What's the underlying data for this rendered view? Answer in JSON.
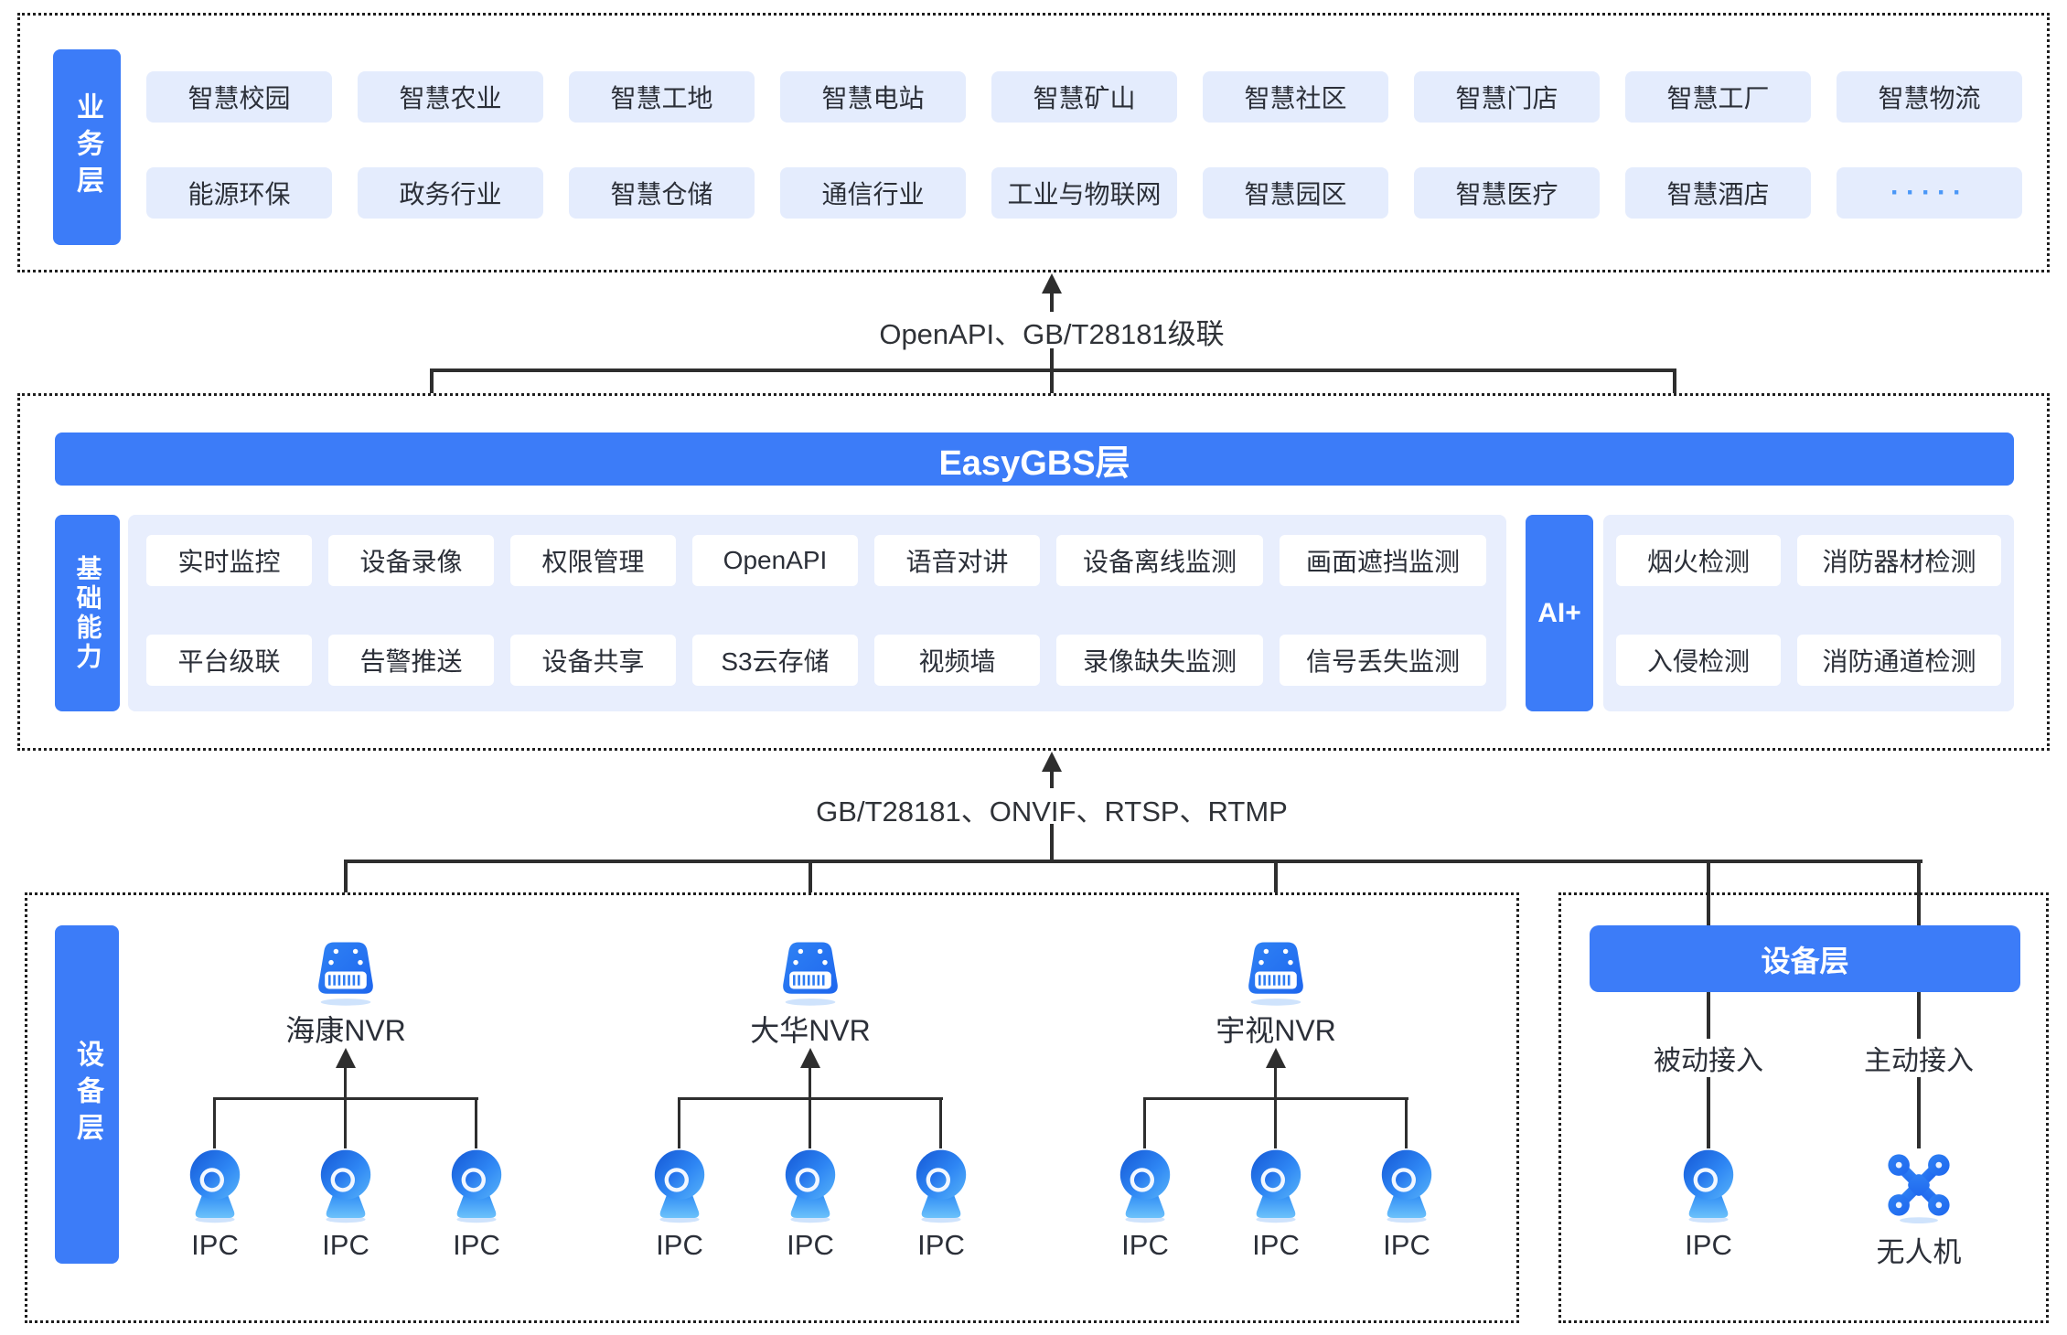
{
  "colors": {
    "primary_blue": "#3c7cf8",
    "chip_bg": "#e4ecfd",
    "panel_bg": "#e8eefd",
    "line": "#2e2e2e",
    "text": "#2b2f38",
    "dots_chip": "#4a97f7"
  },
  "business_layer": {
    "label": "业务层",
    "rows": [
      [
        "智慧校园",
        "智慧农业",
        "智慧工地",
        "智慧电站",
        "智慧矿山",
        "智慧社区",
        "智慧门店",
        "智慧工厂",
        "智慧物流"
      ],
      [
        "能源环保",
        "政务行业",
        "智慧仓储",
        "通信行业",
        "工业与物联网",
        "智慧园区",
        "智慧医疗",
        "智慧酒店",
        "·····"
      ]
    ]
  },
  "link_top": {
    "label": "OpenAPI、GB/T28181级联"
  },
  "platform_layer": {
    "bar_title": "EasyGBS层",
    "capability_label": "基础能力",
    "capability_rows": [
      [
        "实时监控",
        "设备录像",
        "权限管理",
        "OpenAPI",
        "语音对讲",
        "设备离线监测",
        "画面遮挡监测"
      ],
      [
        "平台级联",
        "告警推送",
        "设备共享",
        "S3云存储",
        "视频墙",
        "录像缺失监测",
        "信号丢失监测"
      ]
    ],
    "ai_label": "AI+",
    "ai_rows": [
      [
        "烟火检测",
        "消防器材检测"
      ],
      [
        "入侵检测",
        "消防通道检测"
      ]
    ]
  },
  "link_bottom": {
    "label": "GB/T28181、ONVIF、RTSP、RTMP"
  },
  "device_layer": {
    "label": "设备层",
    "nvr_groups": [
      {
        "name": "海康NVR",
        "ipcs": [
          "IPC",
          "IPC",
          "IPC"
        ]
      },
      {
        "name": "大华NVR",
        "ipcs": [
          "IPC",
          "IPC",
          "IPC"
        ]
      },
      {
        "name": "宇视NVR",
        "ipcs": [
          "IPC",
          "IPC",
          "IPC"
        ]
      }
    ],
    "access_box": {
      "header": "设备层",
      "items": [
        {
          "mode": "被动接入",
          "device": "IPC"
        },
        {
          "mode": "主动接入",
          "device": "无人机"
        }
      ]
    }
  }
}
